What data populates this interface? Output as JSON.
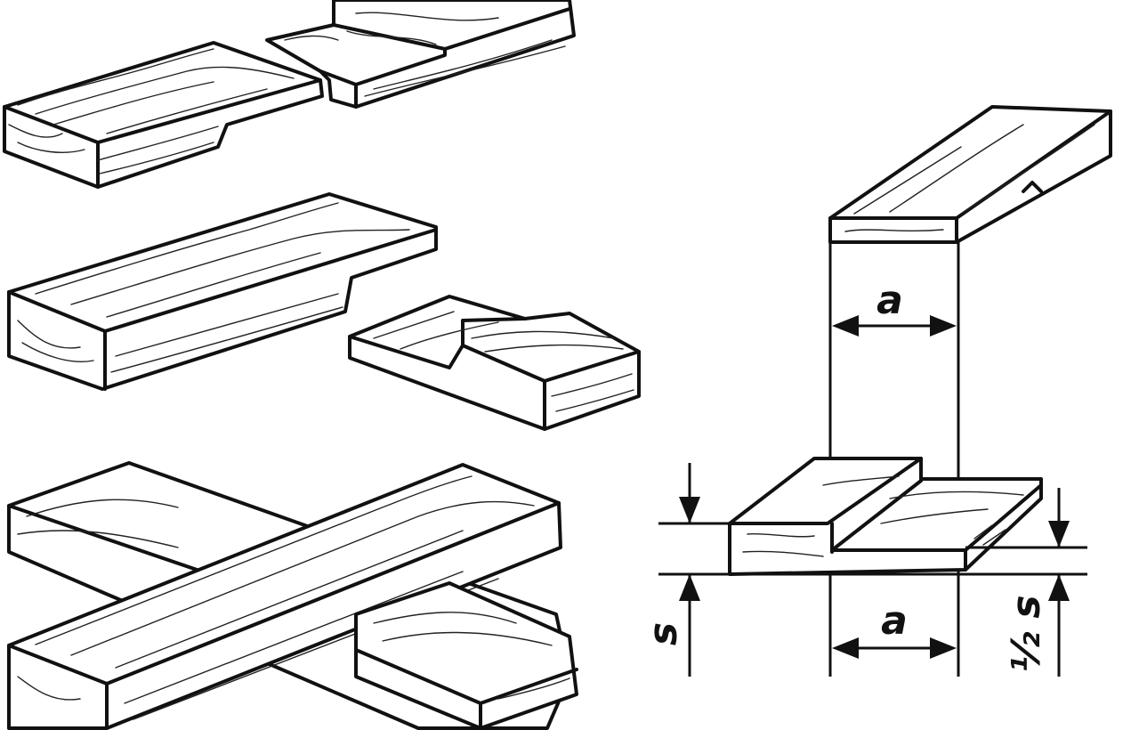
{
  "diagram": {
    "labels": {
      "width_top": "a",
      "width_bottom": "a",
      "thickness": "s",
      "half_thickness": "½ s"
    }
  }
}
